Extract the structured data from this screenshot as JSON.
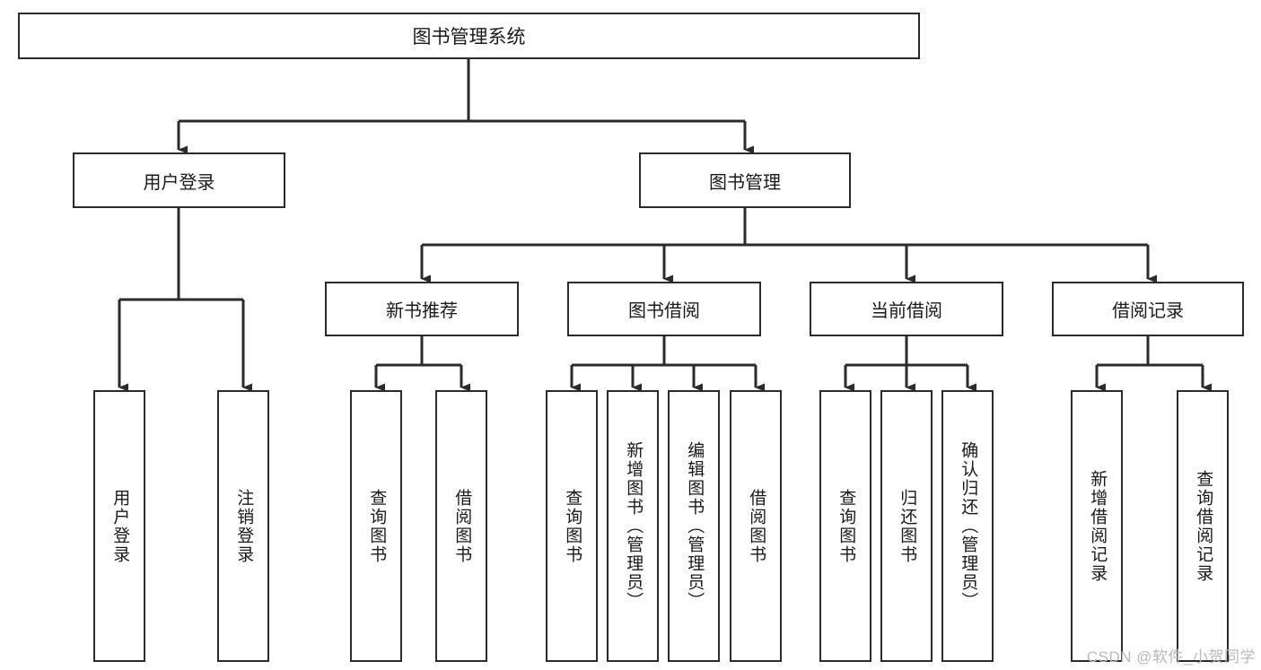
{
  "diagram": {
    "title": "图书管理系统",
    "watermark": "CSDN @软件_小贺同学",
    "type": "tree",
    "colors": {
      "border": "#2b2b2b",
      "background": "#ffffff",
      "text": "#1a1a1a",
      "watermark": "#b9b9b9"
    },
    "nodes": {
      "root": {
        "label": "图书管理系统"
      },
      "level2": [
        {
          "label": "用户登录"
        },
        {
          "label": "图书管理"
        }
      ],
      "level3": [
        {
          "label": "新书推荐"
        },
        {
          "label": "图书借阅"
        },
        {
          "label": "当前借阅"
        },
        {
          "label": "借阅记录"
        }
      ],
      "leaves": {
        "user_login": [
          {
            "label": "用户登录"
          },
          {
            "label": "注销登录"
          }
        ],
        "new_book": [
          {
            "label": "查询图书"
          },
          {
            "label": "借阅图书"
          }
        ],
        "book_borrow": [
          {
            "label": "查询图书"
          },
          {
            "label": "新增图书（管理员）"
          },
          {
            "label": "编辑图书（管理员）"
          },
          {
            "label": "借阅图书"
          }
        ],
        "current_borrow": [
          {
            "label": "查询图书"
          },
          {
            "label": "归还图书"
          },
          {
            "label": "确认归还（管理员）"
          }
        ],
        "borrow_record": [
          {
            "label": "新增借阅记录"
          },
          {
            "label": "查询借阅记录"
          }
        ]
      }
    }
  }
}
